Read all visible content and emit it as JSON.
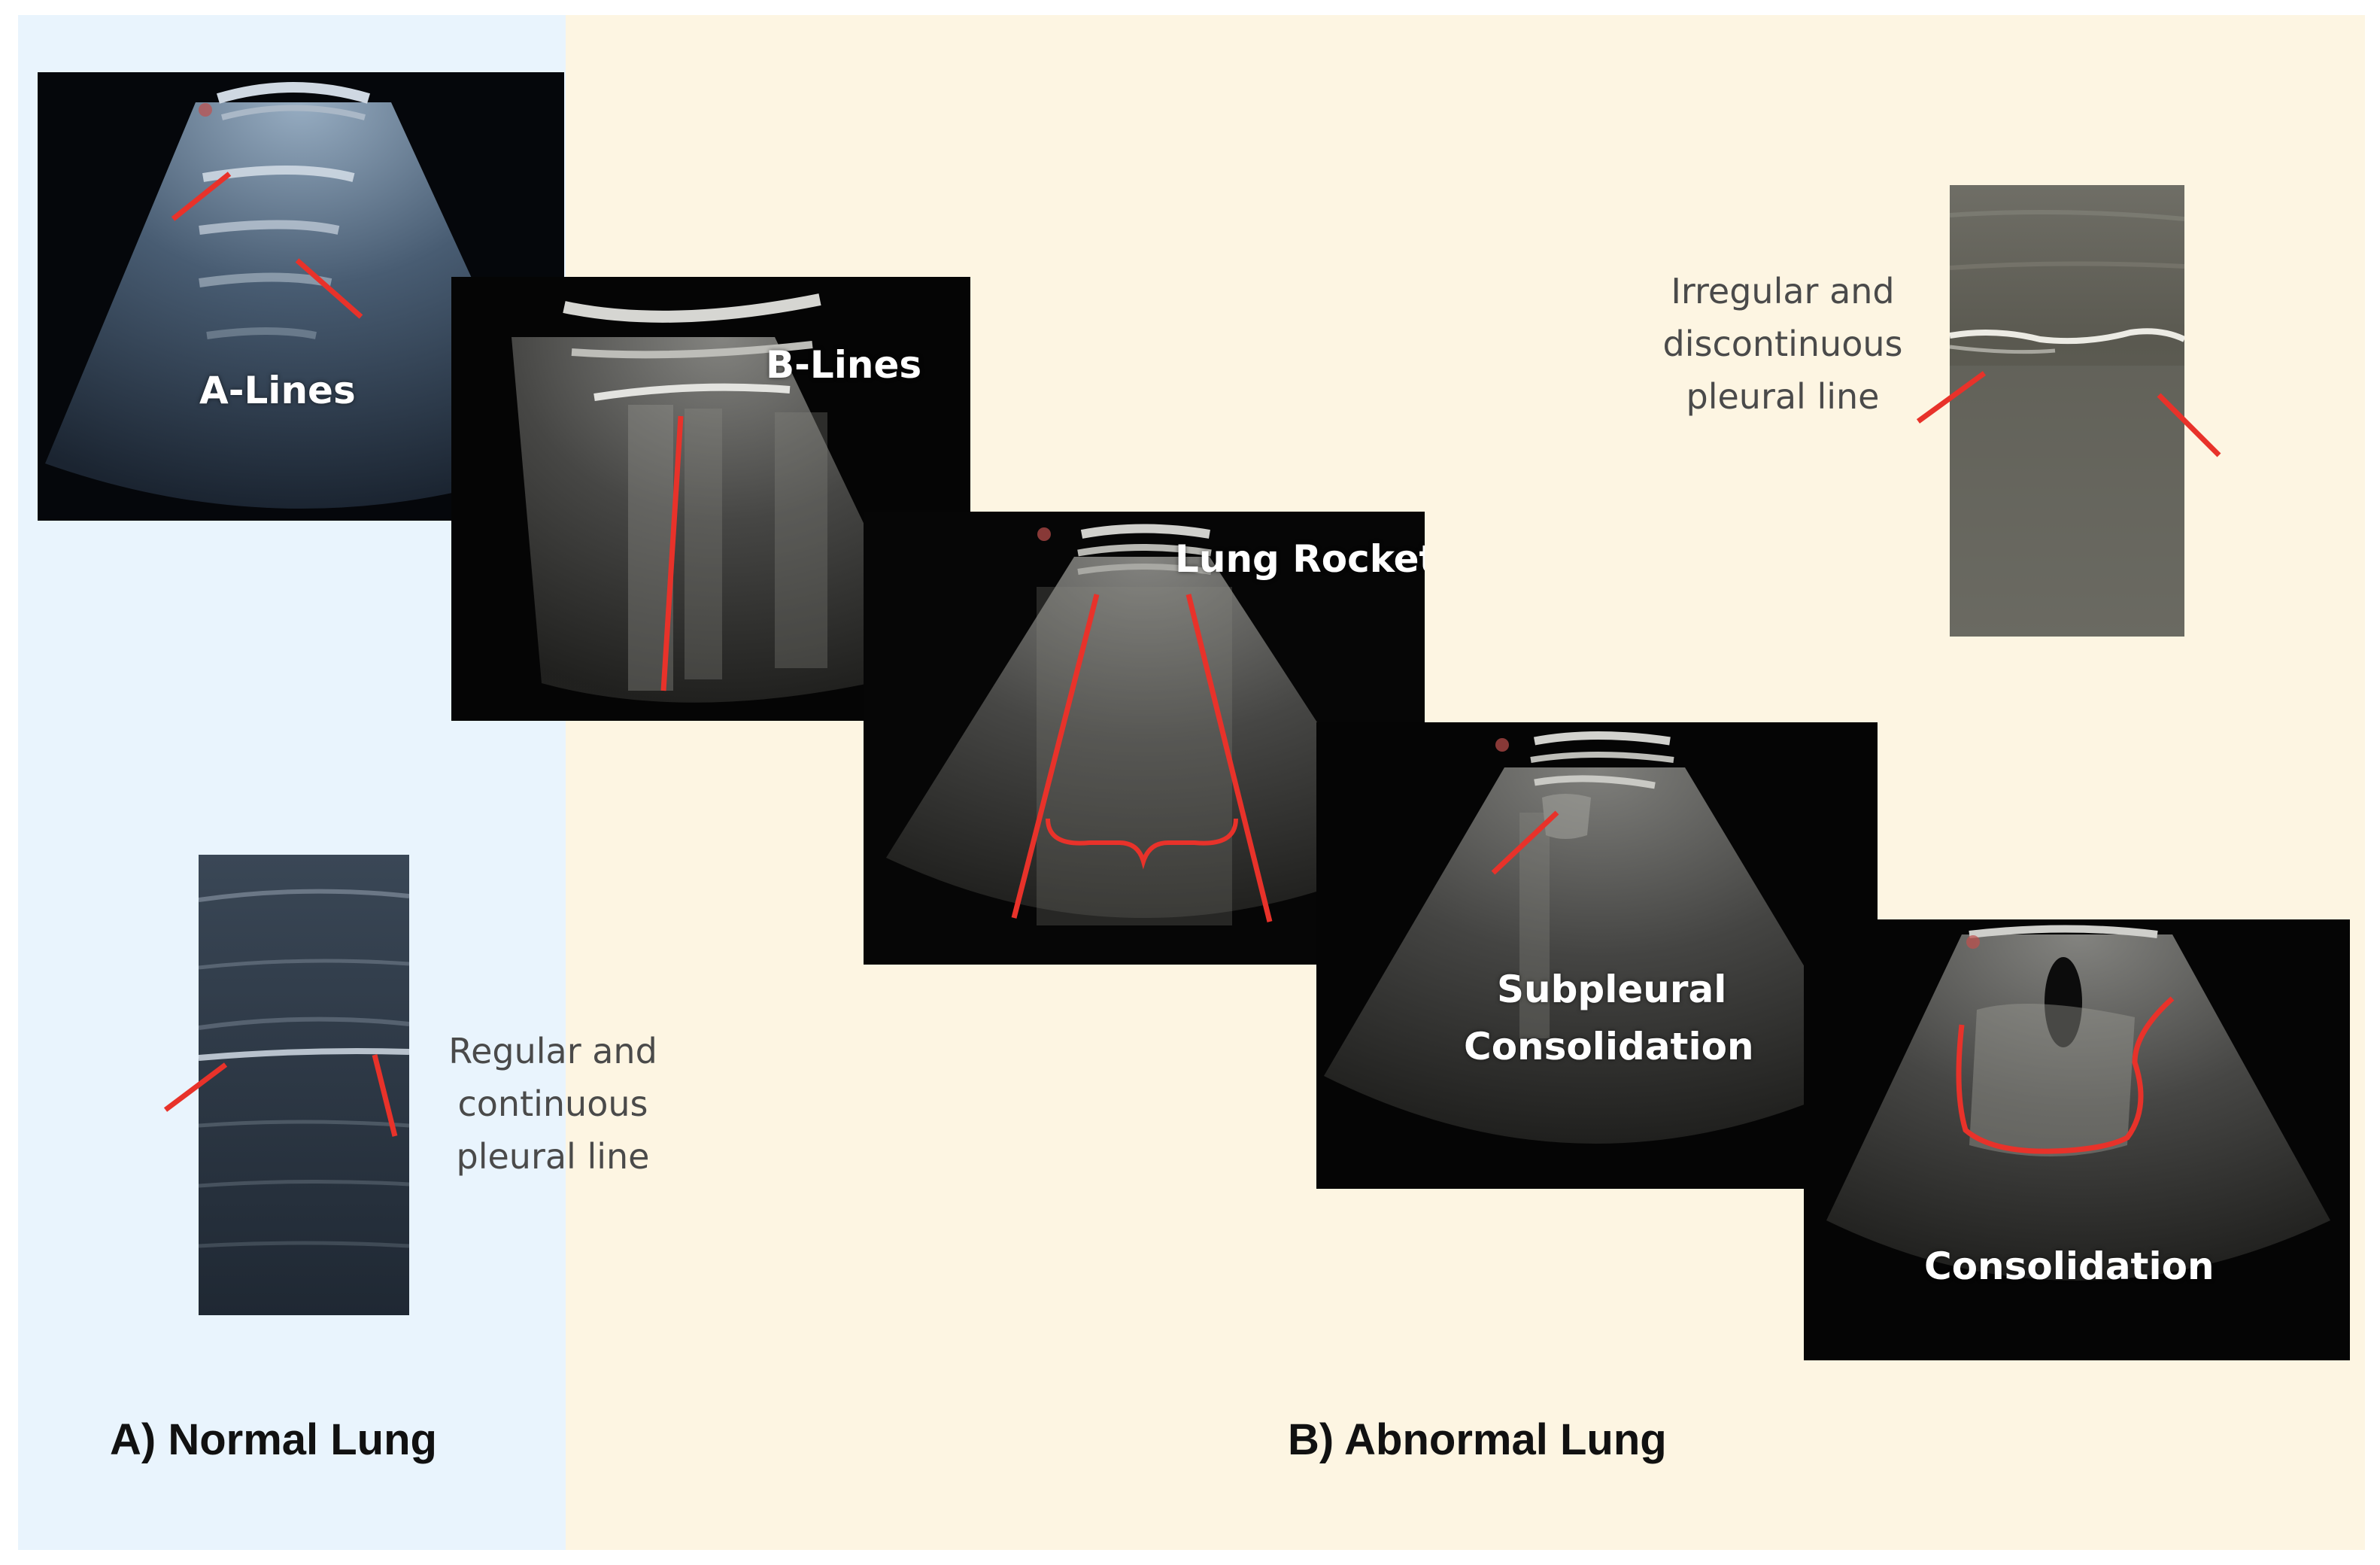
{
  "sections": {
    "normal": {
      "title": "A) Normal Lung",
      "background": "#e9f4fd"
    },
    "abnormal": {
      "title": "B) Abnormal Lung",
      "background": "#fdf5e2"
    }
  },
  "images": {
    "a_lines": {
      "label": "A-Lines"
    },
    "b_lines": {
      "label": "B-Lines"
    },
    "lung_rocket": {
      "label": "Lung Rocket"
    },
    "subpleural": {
      "label_line1": "Subpleural",
      "label_line2": "Consolidation"
    },
    "consolidation": {
      "label": "Consolidation"
    },
    "normal_pleura": {
      "caption": [
        "Regular and",
        "continuous",
        "pleural line"
      ]
    },
    "abnormal_pleura": {
      "caption": [
        "Irregular and",
        "discontinuous",
        "pleural line"
      ]
    }
  },
  "colors": {
    "annotation_red": "#e8322a",
    "image_bg": "#000000"
  }
}
